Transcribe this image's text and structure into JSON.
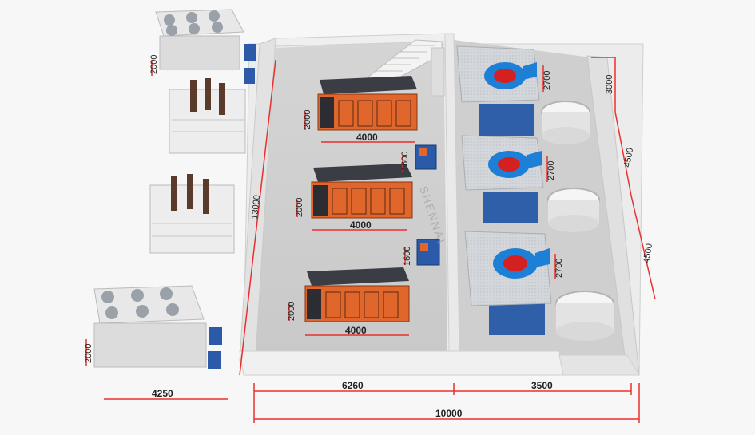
{
  "watermark": "SHENNAI",
  "dimensions": {
    "cooling_tower_top_depth": "2000",
    "cooling_tower_bottom_depth": "2000",
    "cooling_tower_bottom_width": "4250",
    "left_total_length": "13000",
    "cabinet_1_width": "4000",
    "cabinet_1_depth": "2000",
    "cabinet_2_width": "4000",
    "cabinet_2_depth": "2000",
    "cabinet_3_width": "4000",
    "cabinet_3_depth": "2000",
    "capacitor_1_depth": "1600",
    "capacitor_2_depth": "1600",
    "furnace_1_depth": "2700",
    "furnace_2_depth": "2700",
    "furnace_3_depth": "2700",
    "pit_spacing_1": "3000",
    "pit_spacing_2": "4500",
    "pit_spacing_3": "4500",
    "power_room_width": "6260",
    "furnace_room_width": "3500",
    "total_width": "10000"
  },
  "colors": {
    "dimension_line": "#e8312f",
    "cabinet_front": "#e0662c",
    "cabinet_top": "#3b3d44",
    "furnace_ring": "#1e7fd6",
    "furnace_core": "#d42020",
    "platform": "#d9dee3",
    "wall": "#e6e6e6",
    "floor": "#d8d8d8"
  }
}
